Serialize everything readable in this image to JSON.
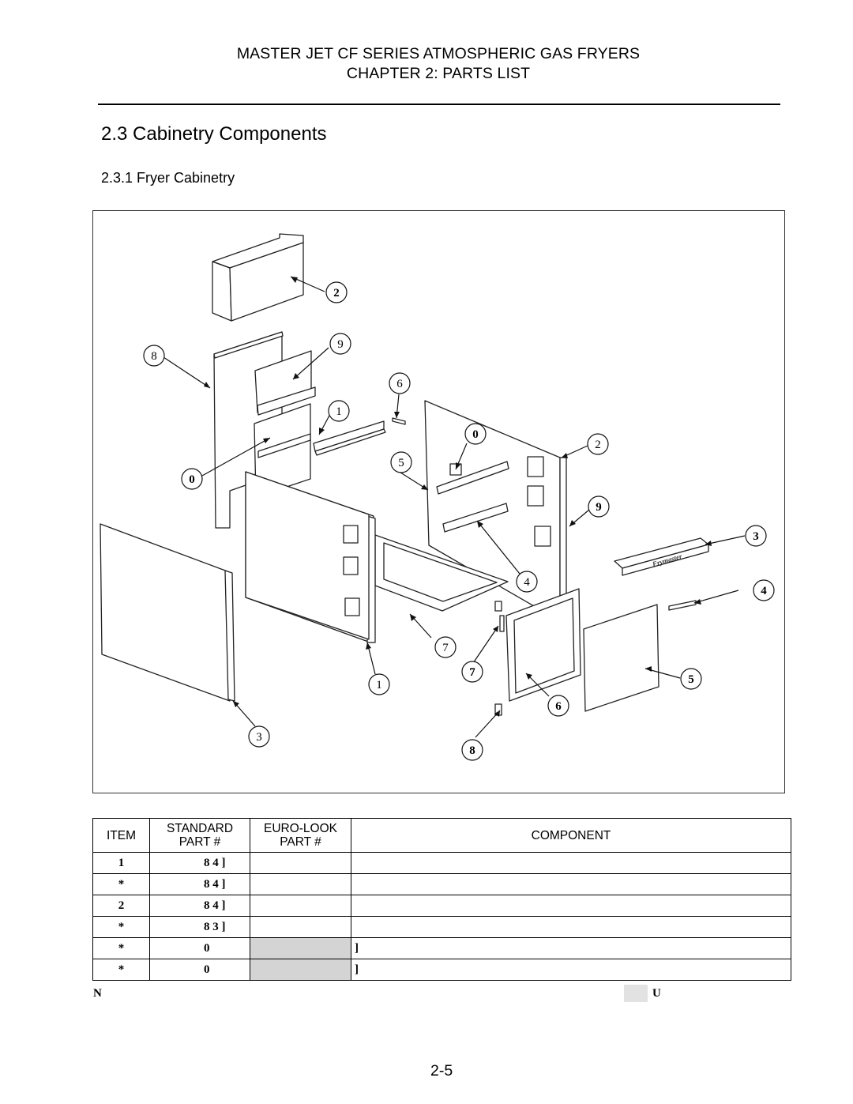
{
  "header": {
    "line1": "MASTER JET CF SERIES ATMOSPHERIC GAS FRYERS",
    "line2": "CHAPTER 2:  PARTS LIST"
  },
  "section": {
    "title": "2.3  Cabinetry Components",
    "subtitle": "2.3.1  Fryer Cabinetry"
  },
  "figure": {
    "callouts": [
      "2",
      "9",
      "8",
      "6",
      "1",
      "0",
      "2",
      "5",
      "0",
      "9",
      "3",
      "4",
      "4",
      "7",
      "7",
      "1",
      "6",
      "5",
      "3",
      "8"
    ],
    "brand_label": "Frymaster"
  },
  "table": {
    "headers": {
      "item": "ITEM",
      "standard": "STANDARD PART #",
      "euro": "EURO-LOOK PART #",
      "component": "COMPONENT"
    },
    "rows": [
      {
        "item": "1",
        "standard": "8 4 ]",
        "euro": "",
        "component": "",
        "shaded": false
      },
      {
        "item": "*",
        "standard": "8 4 ]",
        "euro": "",
        "component": "",
        "shaded": false
      },
      {
        "item": "2",
        "standard": "8 4 ]",
        "euro": "",
        "component": "",
        "shaded": false
      },
      {
        "item": "*",
        "standard": "8 3 ]",
        "euro": "",
        "component": "",
        "shaded": false
      },
      {
        "item": "*",
        "standard": "0",
        "euro": "",
        "component": "]",
        "shaded": true
      },
      {
        "item": "*",
        "standard": "0",
        "euro": "",
        "component": "]",
        "shaded": true
      }
    ]
  },
  "note": {
    "left": "N",
    "right": "U"
  },
  "page_number": "2-5"
}
